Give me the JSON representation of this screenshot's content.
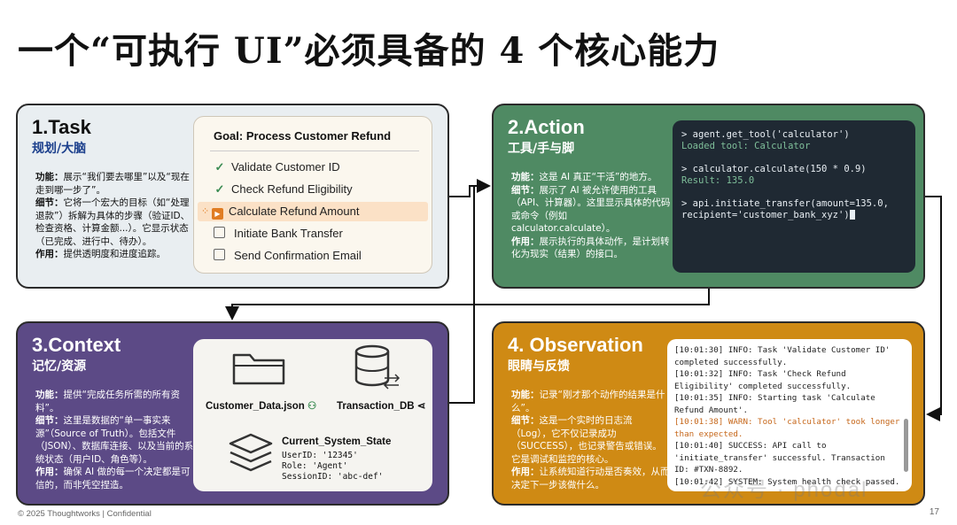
{
  "title": "一个“可执行 UI”必须具备的 4 个核心能力",
  "task": {
    "heading": "1.Task",
    "subheading": "规划/大脑",
    "desc": [
      {
        "k": "功能：",
        "v": "展示“我们要去哪里”以及“现在走到哪一步了”。"
      },
      {
        "k": "细节：",
        "v": "它将一个宏大的目标（如“处理退款”）拆解为具体的步骤（验证ID、检查资格、计算金额...）。它显示状态（已完成、进行中、待办）。"
      },
      {
        "k": "作用：",
        "v": "提供透明度和进度追踪。"
      }
    ],
    "goal_title": "Goal: Process Customer Refund",
    "steps": [
      {
        "label": "Validate Customer ID",
        "status": "done"
      },
      {
        "label": "Check Refund Eligibility",
        "status": "done"
      },
      {
        "label": "Calculate Refund Amount",
        "status": "active"
      },
      {
        "label": "Initiate Bank Transfer",
        "status": "todo"
      },
      {
        "label": "Send Confirmation Email",
        "status": "todo"
      }
    ]
  },
  "action": {
    "heading": "2.Action",
    "subheading": "工具/手与脚",
    "desc": [
      {
        "k": "功能：",
        "v": "这是 AI 真正“干活”的地方。"
      },
      {
        "k": "细节：",
        "v": "展示了 AI 被允许使用的工具（API、计算器）。这里显示具体的代码或命令（例如 calculator.calculate）。"
      },
      {
        "k": "作用：",
        "v": "展示执行的具体动作，是计划转化为现实（结果）的接口。"
      }
    ],
    "terminal": [
      {
        "text": "> agent.get_tool('calculator')",
        "type": "cmd"
      },
      {
        "text": "Loaded tool: Calculator",
        "type": "ok"
      },
      {
        "text": "",
        "type": "blank"
      },
      {
        "text": "> calculator.calculate(150 * 0.9)",
        "type": "cmd"
      },
      {
        "text": "Result: 135.0",
        "type": "ok"
      },
      {
        "text": "",
        "type": "blank"
      },
      {
        "text": "> api.initiate_transfer(amount=135.0,",
        "type": "cmd"
      },
      {
        "text": "recipient='customer_bank_xyz')",
        "type": "cmd"
      }
    ]
  },
  "context": {
    "heading": "3.Context",
    "subheading": "记忆/资源",
    "desc": [
      {
        "k": "功能：",
        "v": "提供“完成任务所需的所有资料”。"
      },
      {
        "k": "细节：",
        "v": "这里是数据的“单一事实来源”（Source of Truth）。包括文件（JSON）、数据库连接、以及当前的系统状态（用户ID、角色等）。"
      },
      {
        "k": "作用：",
        "v": "确保 AI 做的每一个决定都是可信的，而非凭空捏造。"
      }
    ],
    "file_label": "Customer_Data.json",
    "db_label": "Transaction_DB",
    "state_title": "Current_System_State",
    "state_lines": [
      "UserID: '12345'",
      "Role: 'Agent'",
      "SessionID: 'abc-def'"
    ]
  },
  "observation": {
    "heading": "4. Observation",
    "subheading": "眼睛与反馈",
    "desc": [
      {
        "k": "功能：",
        "v": "记录“刚才那个动作的结果是什么”。"
      },
      {
        "k": "细节：",
        "v": "这是一个实时的日志流（Log），它不仅记录成功（SUCCESS），也记录警告或错误。它是调试和监控的核心。"
      },
      {
        "k": "作用：",
        "v": "让系统知道行动是否奏效，从而决定下一步该做什么。"
      }
    ],
    "log": [
      {
        "text": "[10:01:30] INFO: Task 'Validate Customer ID' completed successfully.",
        "type": "info"
      },
      {
        "text": "[10:01:32] INFO: Task 'Check Refund Eligibility' completed successfully.",
        "type": "info"
      },
      {
        "text": "[10:01:35] INFO: Starting task 'Calculate Refund Amount'.",
        "type": "info"
      },
      {
        "text": "[10:01:38] WARN: Tool 'calculator' took longer than expected.",
        "type": "warn"
      },
      {
        "text": "[10:01:40] SUCCESS: API call to 'initiate_transfer' successful. Transaction ID: #TXN-8892.",
        "type": "info"
      },
      {
        "text": "[10:01:42] SYSTEM: System health check passed.",
        "type": "info"
      }
    ]
  },
  "footer": {
    "copyright": "© 2025 Thoughtworks  |  Confidential",
    "page": "17"
  },
  "watermark": "公众号 · phodal",
  "colors": {
    "task": "#e9eef1",
    "action": "#4f8a63",
    "context": "#5c4a86",
    "observation": "#cf8a14",
    "accent": "#e07c22"
  }
}
